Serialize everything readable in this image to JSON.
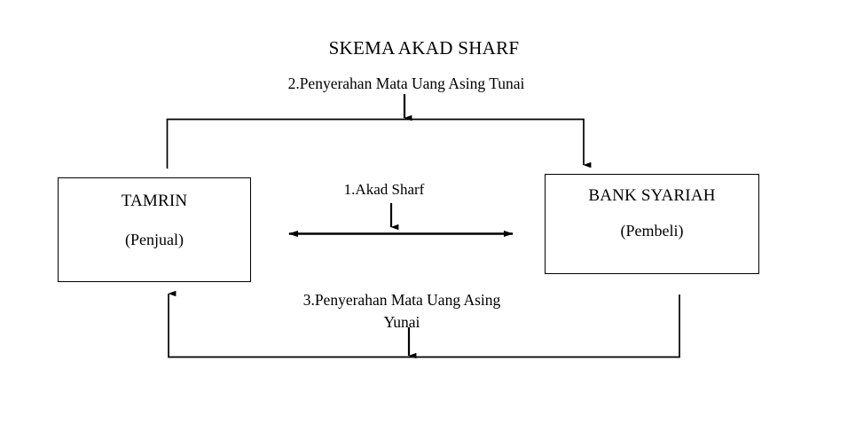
{
  "diagram": {
    "title": "SKEMA AKAD SHARF",
    "nodes": {
      "left": {
        "name": "TAMRIN",
        "role": "(Penjual)"
      },
      "right": {
        "name": "BANK SYARIAH",
        "role": "(Pembeli)"
      }
    },
    "flows": {
      "step1": "1.Akad Sharf",
      "step2": "2.Penyerahan Mata Uang Asing Tunai",
      "step3_line1": "3.Penyerahan Mata Uang Asing",
      "step3_line2": "Yunai"
    },
    "style": {
      "stroke": "#000000",
      "background": "#ffffff"
    }
  }
}
